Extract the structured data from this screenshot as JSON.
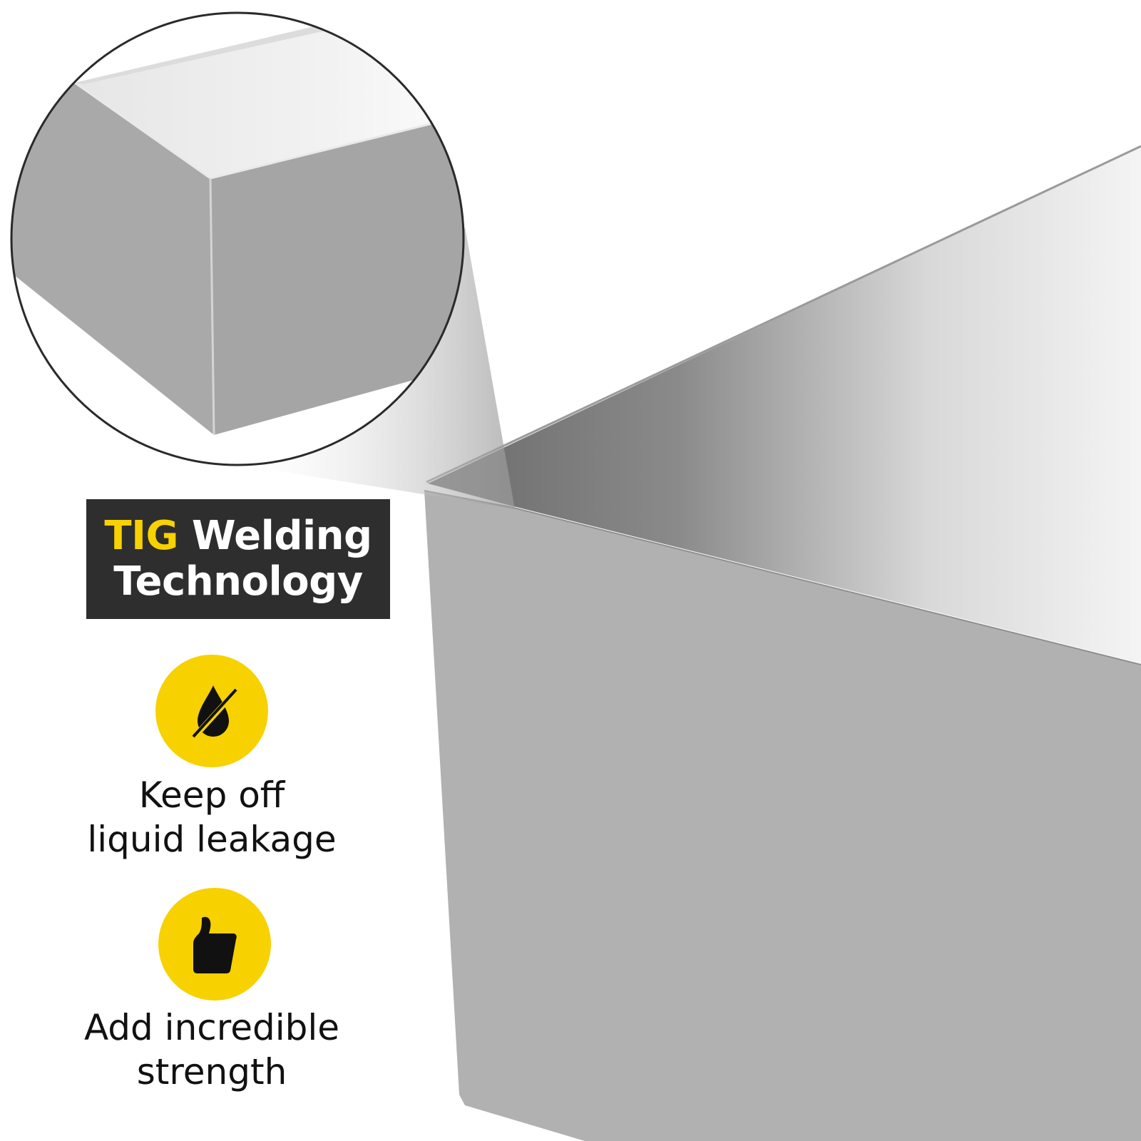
{
  "badge": {
    "highlight": "TIG",
    "line1_rest": "Welding",
    "line2": "Technology"
  },
  "features": [
    {
      "icon": "no-drop-icon",
      "line1": "Keep off",
      "line2": "liquid leakage"
    },
    {
      "icon": "thumbs-up-icon",
      "line1": "Add incredible",
      "line2": "strength"
    }
  ],
  "colors": {
    "accent": "#f7d100",
    "badge_bg": "#2e2e2e",
    "steel": "#b1b1b1"
  }
}
